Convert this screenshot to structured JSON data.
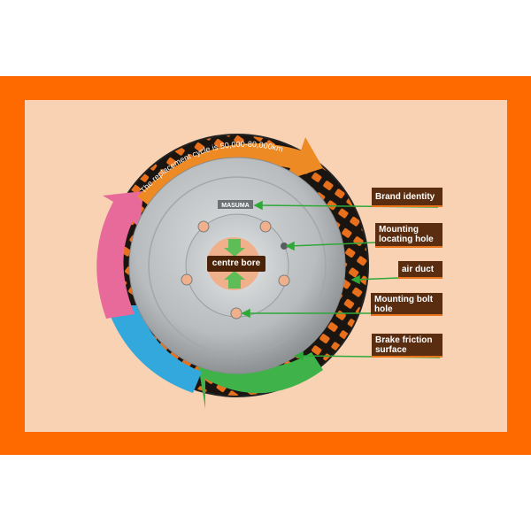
{
  "cycle_text": "The replacement cycle is 50,000-80,000km",
  "brand_mark": "MASUMA",
  "centre_label": "centre bore",
  "labels": {
    "brand_identity": "Brand identity",
    "mounting_locating_line1": "Mounting",
    "mounting_locating_line2": "locating hole",
    "air_duct": "air duct",
    "mounting_bolt_line1": "Mounting bolt",
    "mounting_bolt_line2": "hole",
    "brake_friction_line1": "Brake friction",
    "brake_friction_line2": "surface"
  },
  "colors": {
    "frame": "#ff6a00",
    "panel": "#f9d2b4",
    "arrow_orange": "#ee8a24",
    "arrow_pink": "#e86a9a",
    "arrow_blue": "#32a8dc",
    "arrow_green": "#3fb24a",
    "label_bg": "#5a2d10",
    "pointer": "#2fa83a"
  }
}
